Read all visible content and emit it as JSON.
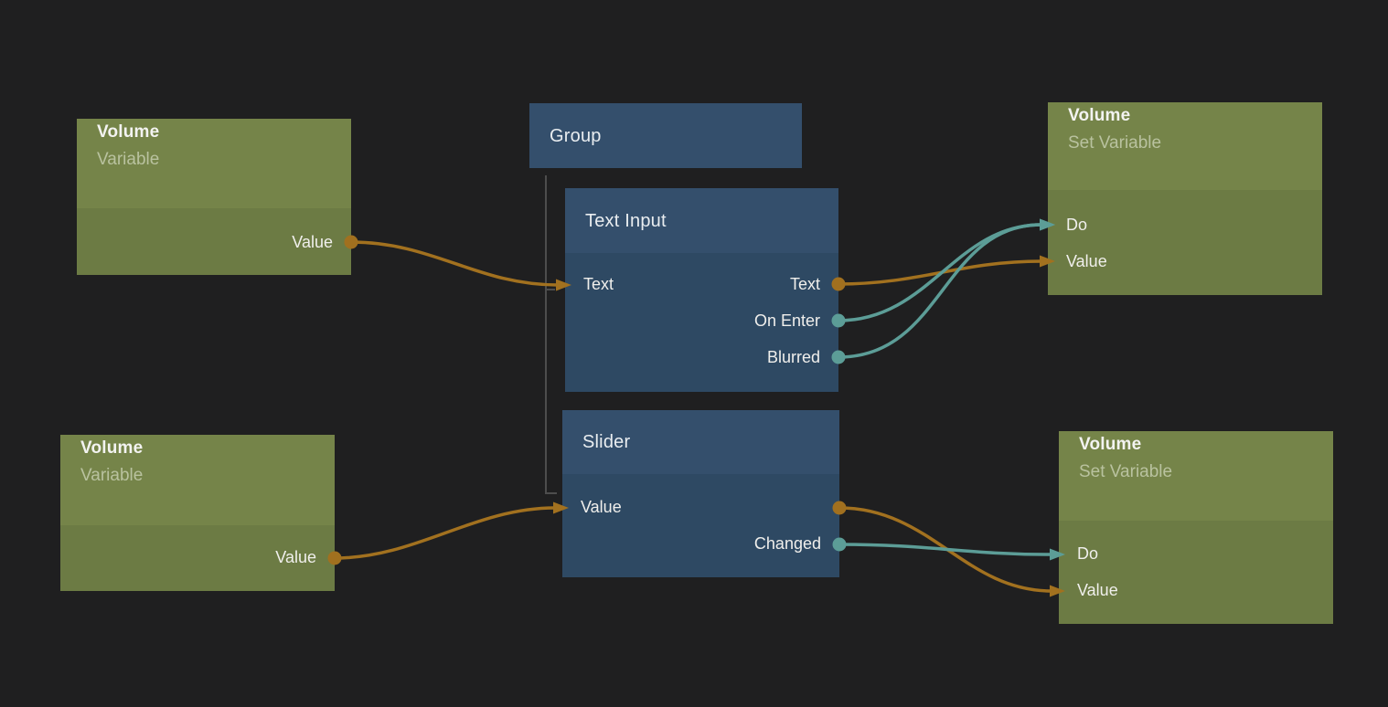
{
  "app": {
    "description": "Node-based visual scripting graph (dark canvas node editor)"
  },
  "colors": {
    "canvas_background": "#1f1f20",
    "variable_node_header": "#758449",
    "variable_node_body": "#6c7b44",
    "logic_node_header": "#344f6c",
    "logic_node_body": "#2e4963",
    "value_wire": "#a2711f",
    "event_wire": "#5c9d97",
    "group_child_link": "#4d4d4d",
    "title_text": "#f3f3f1",
    "subtitle_text": "#b9c29f",
    "port_label_text": "#f0efec"
  },
  "nodes": [
    {
      "id": "variable_top",
      "title": "Volume",
      "subtitle": "Variable",
      "ports": [
        {
          "label": "Value",
          "side": "right",
          "kind": "value-output"
        }
      ]
    },
    {
      "id": "variable_bottom",
      "title": "Volume",
      "subtitle": "Variable",
      "ports": [
        {
          "label": "Value",
          "side": "right",
          "kind": "value-output"
        }
      ]
    },
    {
      "id": "group",
      "title": "Group",
      "subtitle": "",
      "ports": []
    },
    {
      "id": "text_input",
      "title": "Text Input",
      "subtitle": "",
      "ports": [
        {
          "label": "Text",
          "side": "left",
          "kind": "value-input"
        },
        {
          "label": "Text",
          "side": "right",
          "kind": "value-output"
        },
        {
          "label": "On Enter",
          "side": "right",
          "kind": "event-output"
        },
        {
          "label": "Blurred",
          "side": "right",
          "kind": "event-output"
        }
      ]
    },
    {
      "id": "slider",
      "title": "Slider",
      "subtitle": "",
      "ports": [
        {
          "label": "Value",
          "side": "left",
          "kind": "value-input"
        },
        {
          "label": "",
          "side": "right",
          "kind": "value-output"
        },
        {
          "label": "Changed",
          "side": "right",
          "kind": "event-output"
        }
      ]
    },
    {
      "id": "set_variable_top",
      "title": "Volume",
      "subtitle": "Set Variable",
      "ports": [
        {
          "label": "Do",
          "side": "left",
          "kind": "event-input"
        },
        {
          "label": "Value",
          "side": "left",
          "kind": "value-input"
        }
      ]
    },
    {
      "id": "set_variable_bottom",
      "title": "Volume",
      "subtitle": "Set Variable",
      "ports": [
        {
          "label": "Do",
          "side": "left",
          "kind": "event-input"
        },
        {
          "label": "Value",
          "side": "left",
          "kind": "value-input"
        }
      ]
    }
  ],
  "group_membership": {
    "group": "Group",
    "children": [
      "Text Input",
      "Slider"
    ]
  },
  "connections": [
    {
      "from": "variable_top.Value",
      "to": "text_input.Text",
      "type": "value"
    },
    {
      "from": "variable_bottom.Value",
      "to": "slider.Value",
      "type": "value"
    },
    {
      "from": "text_input.Text",
      "to": "set_variable_top.Value",
      "type": "value"
    },
    {
      "from": "text_input.On Enter",
      "to": "set_variable_top.Do",
      "type": "event"
    },
    {
      "from": "text_input.Blurred",
      "to": "set_variable_top.Do",
      "type": "event"
    },
    {
      "from": "slider.Value",
      "to": "set_variable_bottom.Value",
      "type": "value"
    },
    {
      "from": "slider.Changed",
      "to": "set_variable_bottom.Do",
      "type": "event"
    }
  ]
}
